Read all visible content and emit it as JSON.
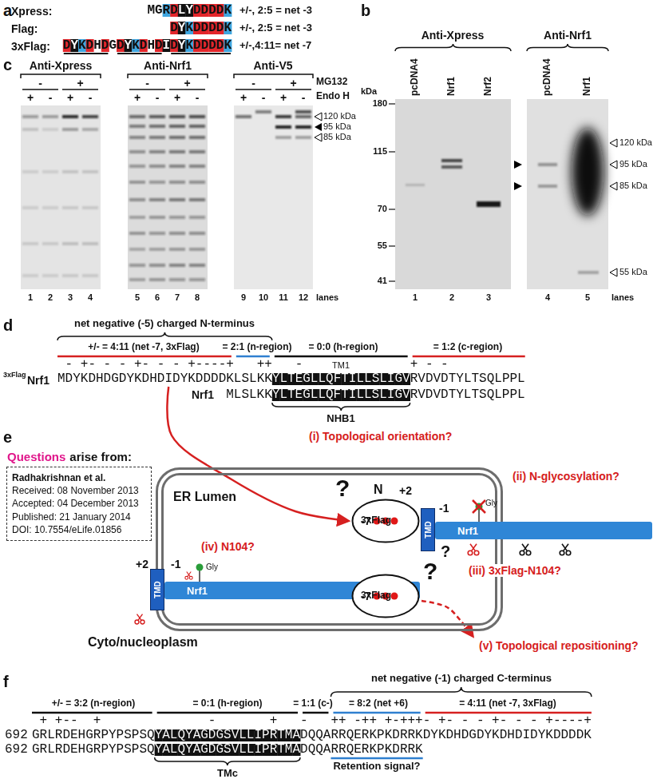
{
  "diagram": {
    "nodes": [
      {
        "text": [
          "Questions",
          "arise from:",
          "Radhakrishnan et al.",
          "Received: 08 November 2013",
          "Accepted: 04 December 2013",
          "Published: 21 January 2014",
          "DOI: 10.7554/eLife.01856"
        ]
      },
      {
        "text": [
          "ER Lumen"
        ]
      },
      {
        "text": [
          "-7",
          "3xFlag"
        ],
        "in": 1
      },
      {
        "text": [
          "TMD"
        ],
        "in": 1
      },
      {
        "text": [
          "Nrf1"
        ]
      },
      {
        "text": [
          "TMD"
        ]
      },
      {
        "text": [
          "Nrf1"
        ],
        "in": 1
      },
      {
        "text": [
          "-7",
          "3xFlag"
        ],
        "in": 1
      }
    ],
    "labels": [
      "a",
      "Xpress:",
      "MGRDLYDDDDK",
      "+/-, 2:5 = net -3",
      "Flag:",
      "DYKDDDDK",
      "+/-, 2:5 = net -3",
      "3xFlag:",
      "DYKDHDGDYKDHDIDYKDDDDK",
      "+/-,4:11= net -7",
      "c",
      "Anti-Xpress",
      "Anti-Nrf1",
      "Anti-V5",
      "-",
      "+",
      "-",
      "+",
      "-",
      "+",
      "MG132",
      "+",
      "-",
      "+",
      "-",
      "+",
      "-",
      "+",
      "-",
      "+",
      "-",
      "+",
      "-",
      "Endo H",
      "120 kDa",
      "95 kDa",
      "85 kDa",
      "1",
      "2",
      "3",
      "4",
      "5",
      "6",
      "7",
      "8",
      "9",
      "10",
      "11",
      "12",
      "lanes",
      "b",
      "Anti-Xpress",
      "Anti-Nrf1",
      "pcDNA4",
      "Nrf1",
      "Nrf2",
      "pcDNA4",
      "Nrf1",
      "kDa",
      "180",
      "115",
      "70",
      "55",
      "41",
      "120 kDa",
      "95 kDa",
      "85 kDa",
      "55 kDa",
      "1",
      "2",
      "3",
      "4",
      "5",
      "lanes",
      "d",
      "net negative (-5) charged N-terminus",
      "+/- = 4:11 (net -7, 3xFlag)",
      "= 2:1 (n-region)",
      "= 0:0 (h-region)",
      "= 1:2 (c-region)",
      "TM1",
      " - +- - - +- - - +----+   ++   -              + - -",
      "3xFlag",
      "Nrf1",
      "MDYKDHDGDYKDHDIDYKDDDDKLSLKKYLTEGLLQFTILLSLIGVRVDVDTYLTSQLPPL",
      "Nrf1",
      "MLSLKKYLTEGLLQFTILLSLIGVRVDVDTYLTSQLPPL",
      "NHB1",
      "e",
      "(i) Topological orientation?",
      "(ii) N-glycosylation?",
      "?",
      "N",
      "+2",
      "-1",
      "Gly",
      "?",
      "(iii) 3xFlag-N104?",
      "(iv) N104?",
      "+2",
      "-1",
      "Gly",
      "?",
      "Cyto/nucleoplasm",
      "(v) Topological repositioning?",
      "f",
      "net negative (-1) charged C-terminus",
      "+/- = 3:2 (n-region)",
      "= 0:1 (h-region)",
      "= 1:1 (c-)",
      "= 8:2 (net +6)",
      "= 4:11 (net -7, 3xFlag)",
      " + +--  +              -       +   -   ++ -++ +-+++- +- - - +- - - +----+",
      "692",
      "GRLRDEHGRPYPSPSQYALQYAGDGSVLLIPRTMADQQARRQERKPKDRRKDYKDHDGDYKDHDIDYKDDDDK",
      "692",
      "GRLRDEHGRPYPSPSQYALQYAGDGSVLLIPRTMADQQARRQERKPKDRRK",
      "TMc",
      "Retention signal?"
    ]
  }
}
